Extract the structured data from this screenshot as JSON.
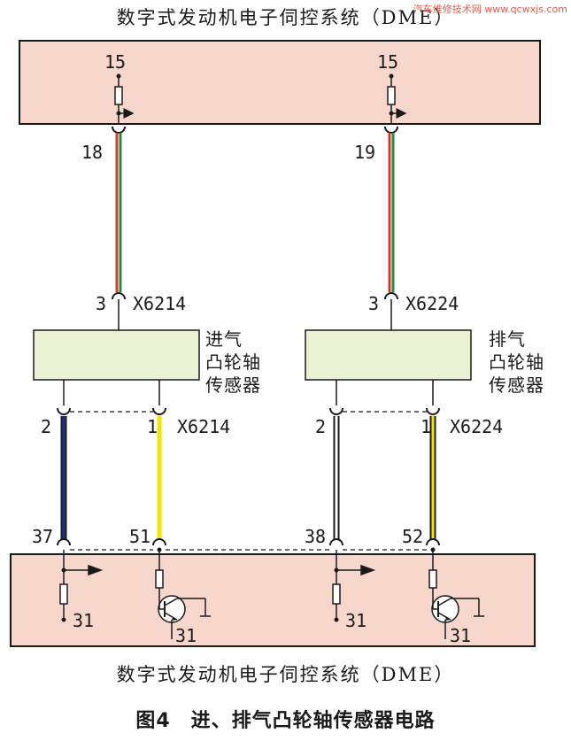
{
  "top_title": "数字式发动机电子伺控系统（DME）",
  "bottom_title": "数字式发动机电子伺控系统（DME）",
  "caption": "图4　进、排气凸轮轴传感器电路",
  "watermark": "汽车维修技术网 www.qcwxjs.com",
  "dme_top": {
    "left_terminal": "15",
    "right_terminal": "15"
  },
  "pins": {
    "top_left": "18",
    "top_right": "19",
    "conn_left_pin": "3",
    "conn_left_name": "X6214",
    "conn_right_pin": "3",
    "conn_right_name": "X6224",
    "left_pin2": "2",
    "left_pin1": "1",
    "left_conn2": "X6214",
    "right_pin2": "2",
    "right_pin1": "1",
    "right_conn2": "X6224",
    "bottom_37": "37",
    "bottom_51": "51",
    "bottom_38": "38",
    "bottom_52": "52"
  },
  "sensors": {
    "intake_line1": "进气",
    "intake_line2": "凸轮轴",
    "intake_line3": "传感器",
    "exhaust_line1": "排气",
    "exhaust_line2": "凸轮轴",
    "exhaust_line3": "传感器"
  },
  "grounds": {
    "g1": "31",
    "g2": "31",
    "g3": "31",
    "g4": "31"
  },
  "colors": {
    "box_fill": "#f7d7cb",
    "sensor_fill": "#eaf0d2",
    "wire_red": "#d23a2a",
    "wire_green": "#2f8a3a",
    "wire_blue": "#1f2a78",
    "wire_yellow": "#f2e600",
    "wire_white": "#ffffff",
    "outline": "#1a1a1a"
  }
}
